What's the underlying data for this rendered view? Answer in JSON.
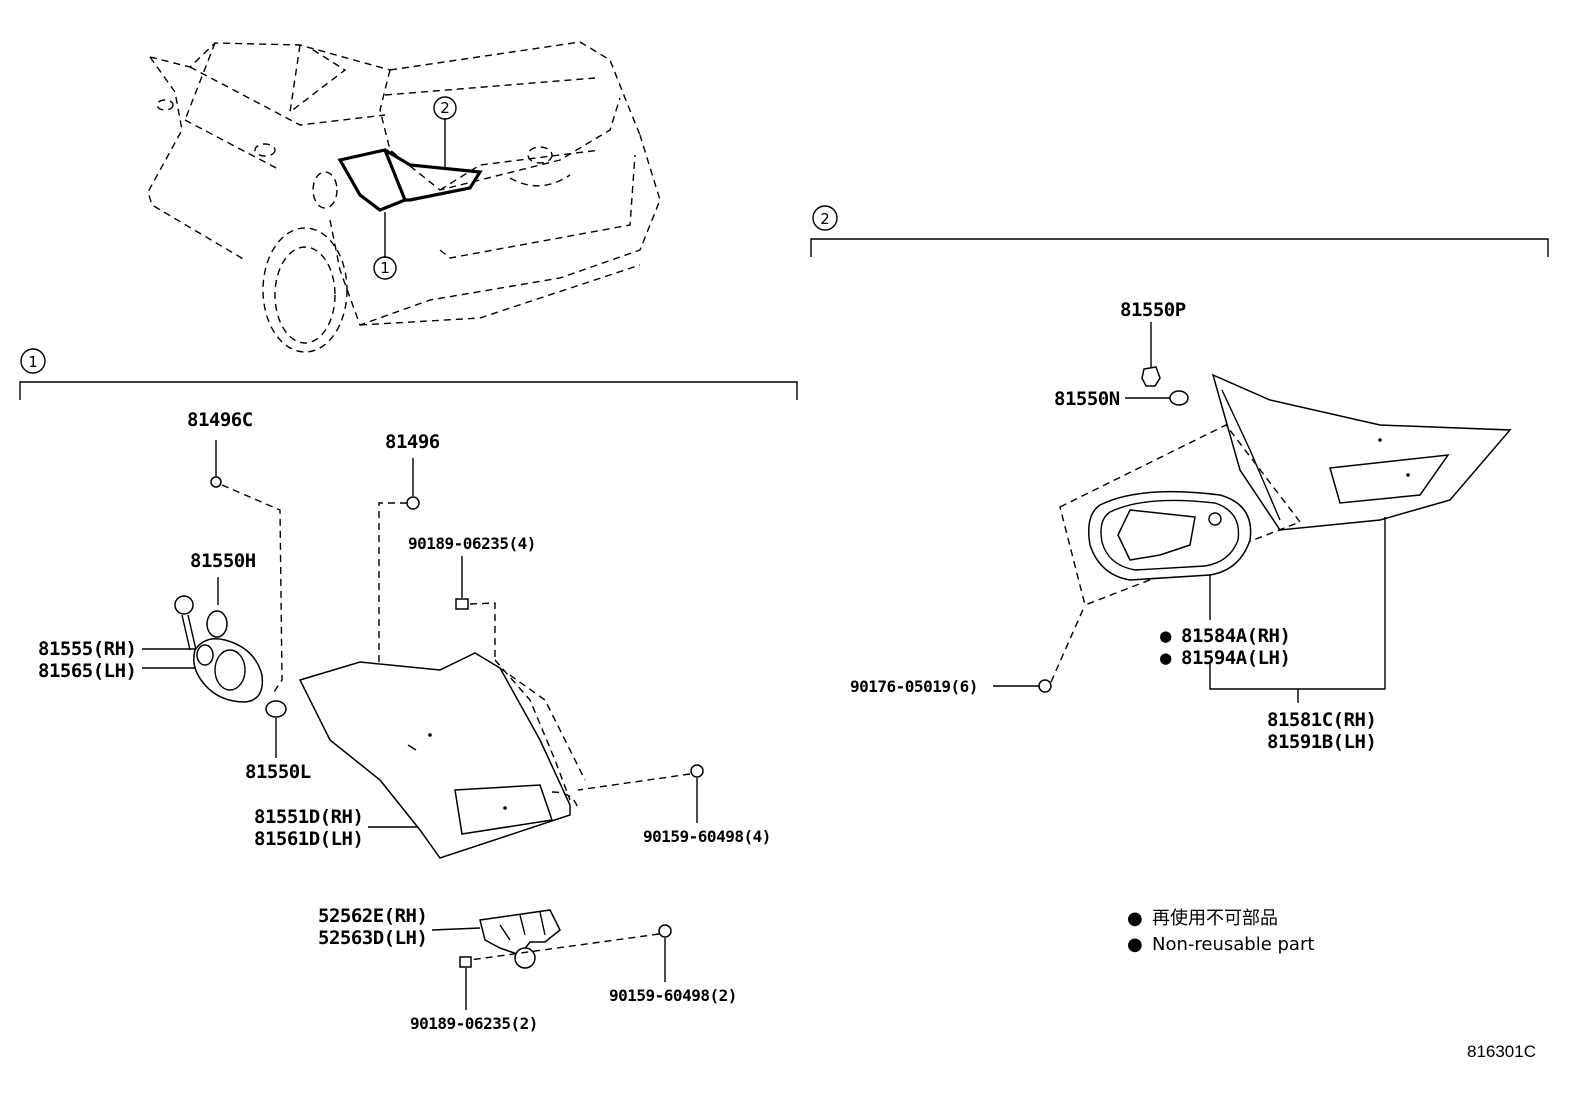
{
  "callouts": {
    "one": "1",
    "two": "2"
  },
  "parts": {
    "p81496C": "81496C",
    "p81496": "81496",
    "p90189_06235_4": "90189-06235(4)",
    "p81550H": "81550H",
    "p81555RH": "81555(RH)",
    "p81565LH": "81565(LH)",
    "p81550L": "81550L",
    "p81551D_RH": "81551D(RH)",
    "p81561D_LH": "81561D(LH)",
    "p90159_60498_4": "90159-60498(4)",
    "p52562E_RH": "52562E(RH)",
    "p52563D_LH": "52563D(LH)",
    "p90159_60498_2": "90159-60498(2)",
    "p90189_06235_2": "90189-06235(2)",
    "p81550P": "81550P",
    "p81550N": "81550N",
    "p81584A_RH": "81584A(RH)",
    "p81594A_LH": "81594A(LH)",
    "p90176_05019_6": "90176-05019(6)",
    "p81581C_RH": "81581C(RH)",
    "p81591B_LH": "81591B(LH)"
  },
  "legend": {
    "marker": "●",
    "line_ja": "再使用不可部品",
    "line_en": "Non-reusable part"
  },
  "diagram_code": "816301C"
}
